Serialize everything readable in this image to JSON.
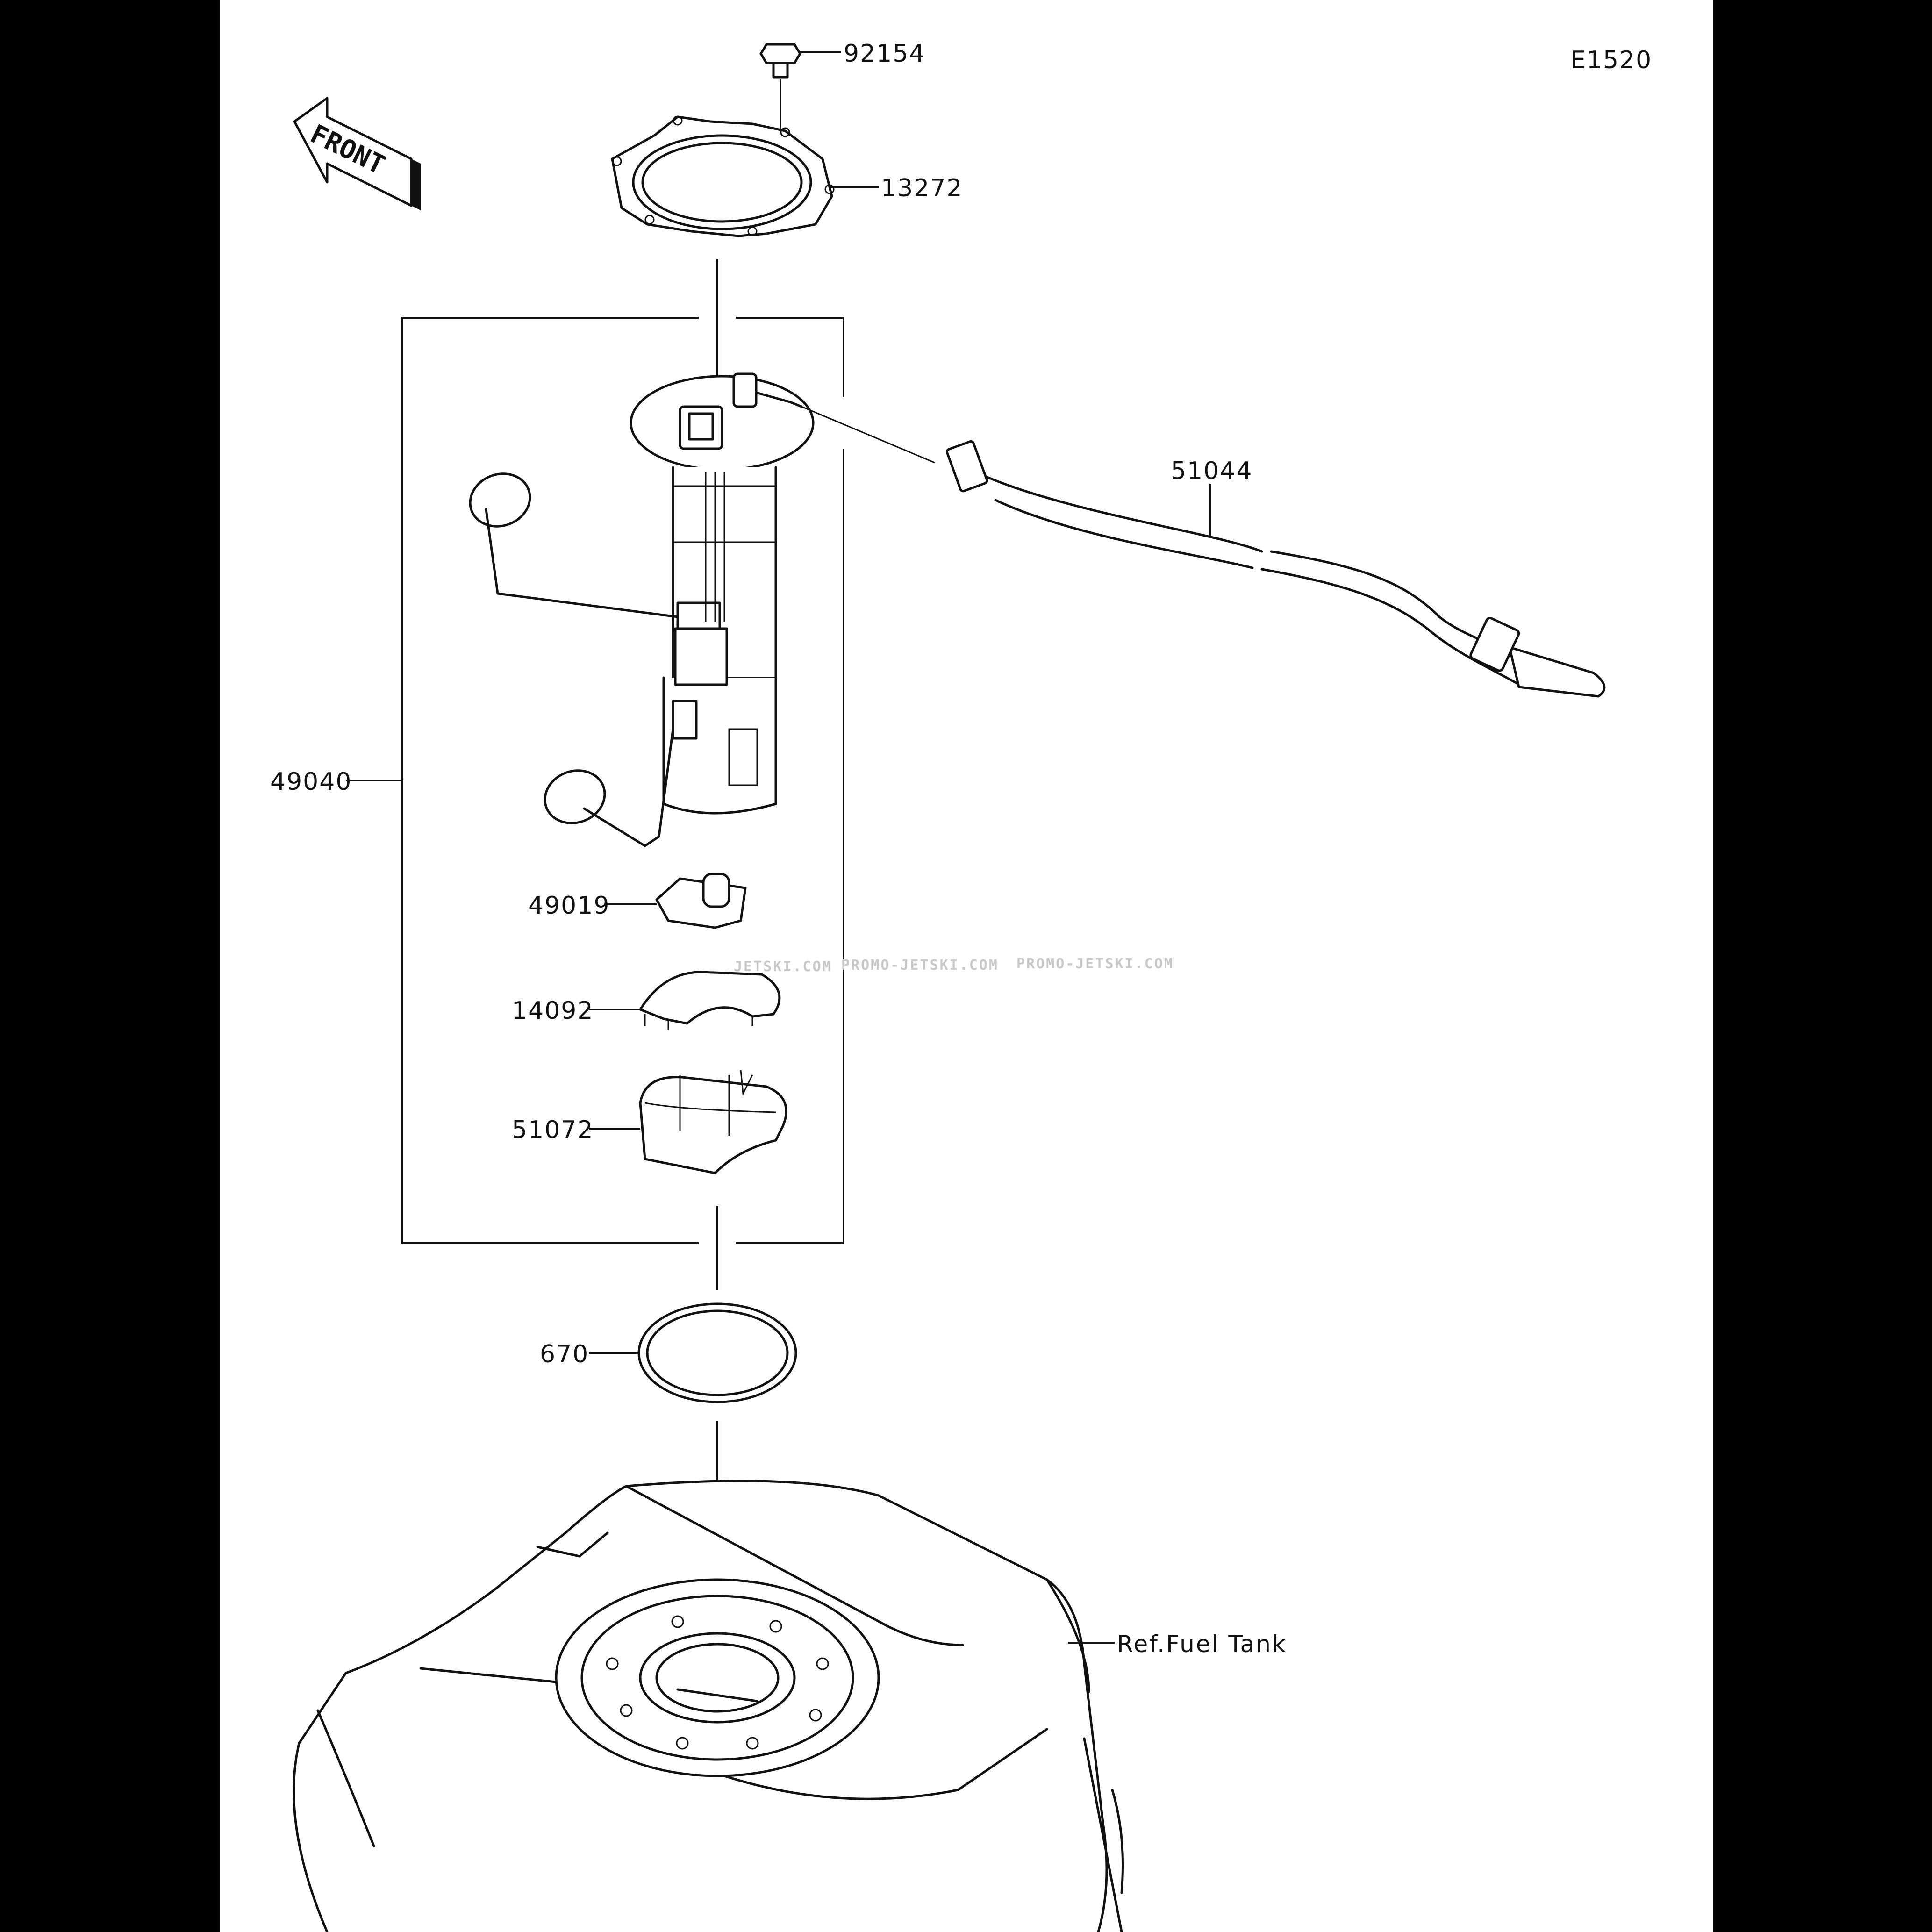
{
  "diagram_code": "E1520",
  "direction_label": "FRONT",
  "watermarks": [
    "JETSKI.COM",
    "PROMO-JETSKI.COM",
    "PROMO-JETSKI.COM"
  ],
  "parts": [
    {
      "number": "92154"
    },
    {
      "number": "13272"
    },
    {
      "number": "51044"
    },
    {
      "number": "49040"
    },
    {
      "number": "49019"
    },
    {
      "number": "14092"
    },
    {
      "number": "51072"
    },
    {
      "number": "670"
    },
    {
      "number": "Ref.Fuel Tank"
    }
  ]
}
